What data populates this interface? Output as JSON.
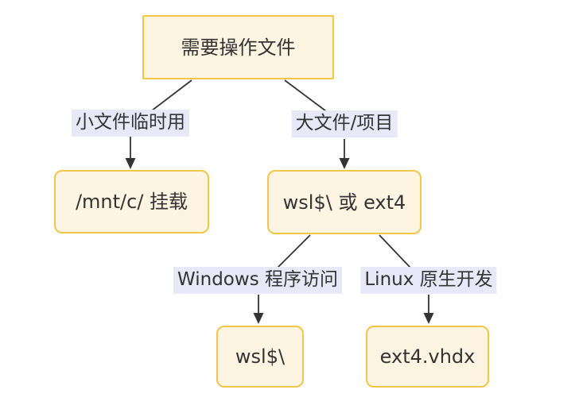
{
  "colors": {
    "node_fill": "#fdf5e2",
    "node_border": "#f2c64b",
    "edge_label_bg": "#e8e8f8",
    "line": "#333333",
    "text": "#333333",
    "canvas_bg": "#ffffff"
  },
  "diagram": {
    "type": "flowchart",
    "direction": "top-down",
    "nodes": [
      {
        "label": "需要操作文件",
        "shape": "rect"
      },
      {
        "label": "/mnt/c/ 挂载",
        "shape": "rounded"
      },
      {
        "label": "wsl$\\ 或 ext4",
        "shape": "rounded"
      },
      {
        "label": "wsl$\\",
        "shape": "rounded"
      },
      {
        "label": "ext4.vhdx",
        "shape": "rounded"
      }
    ],
    "edges": [
      {
        "from": "需要操作文件",
        "to": "/mnt/c/ 挂载",
        "label": "小文件临时用"
      },
      {
        "from": "需要操作文件",
        "to": "wsl$\\ 或 ext4",
        "label": "大文件/项目"
      },
      {
        "from": "wsl$\\ 或 ext4",
        "to": "wsl$\\",
        "label": "Windows 程序访问"
      },
      {
        "from": "wsl$\\ 或 ext4",
        "to": "ext4.vhdx",
        "label": "Linux 原生开发"
      }
    ]
  }
}
